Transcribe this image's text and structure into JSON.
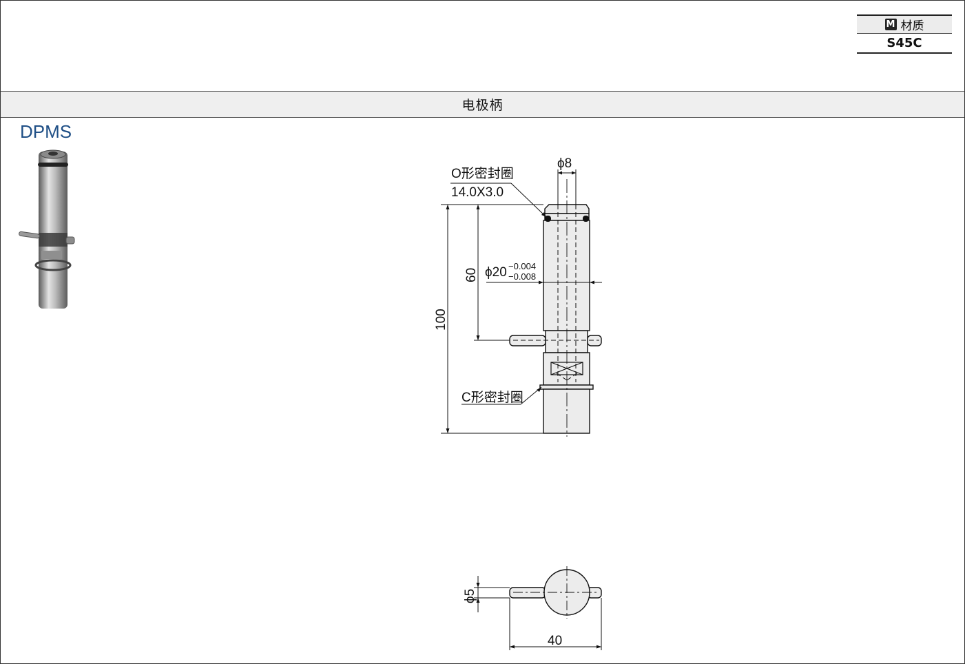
{
  "material": {
    "icon": "M",
    "label": "材质",
    "value": "S45C"
  },
  "section_title": "电极柄",
  "product_code": "DPMS",
  "drawing": {
    "o_ring_label": "O形密封圈",
    "o_ring_size": "14.0X3.0",
    "c_ring_label": "C形密封圈",
    "dim_top_dia": "ϕ8",
    "dim_shaft_dia": "ϕ20",
    "dim_shaft_tol_upper": "−0.004",
    "dim_shaft_tol_lower": "−0.008",
    "dim_60": "60",
    "dim_100": "100",
    "dim_pin_dia": "ϕ5",
    "dim_40": "40"
  }
}
